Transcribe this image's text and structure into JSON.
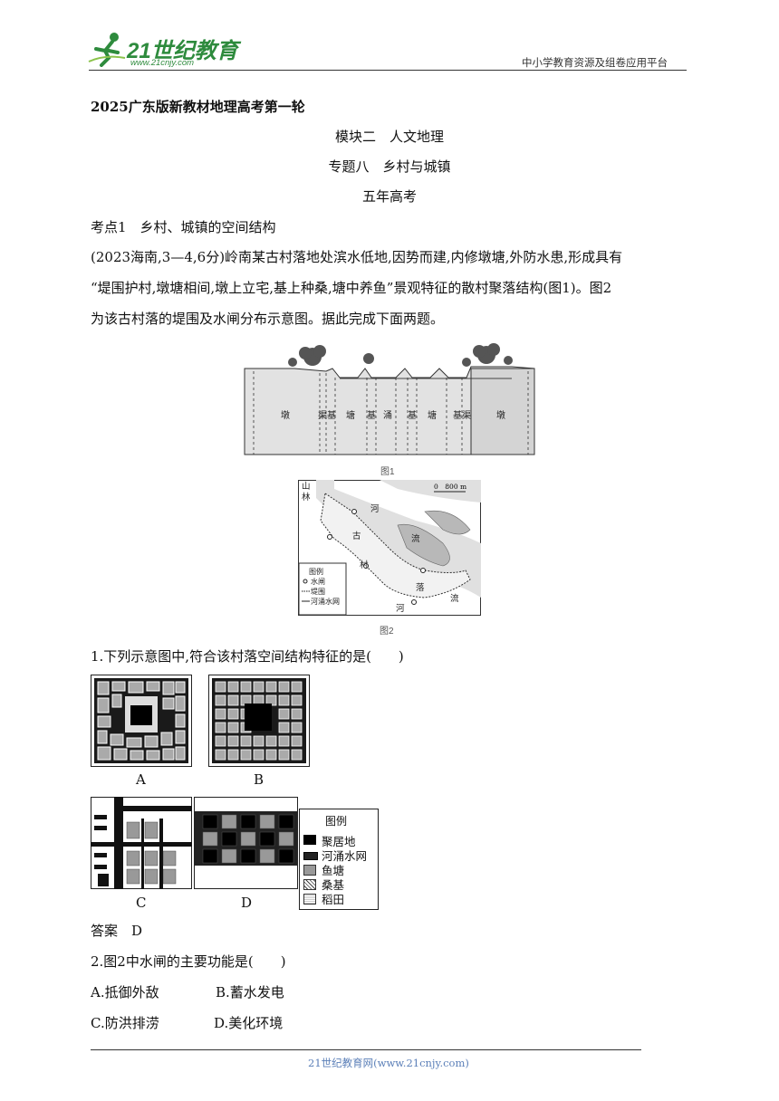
{
  "header": {
    "logo_text": "21世纪教育",
    "logo_url": "www.21cnjy.com",
    "platform": "中小学教育资源及组卷应用平台"
  },
  "doc": {
    "series_title": "2025广东版新教材地理高考第一轮",
    "module": "模块二　人文地理",
    "topic": "专题八　乡村与城镇",
    "section": "五年高考",
    "kaodian": "考点1　乡村、城镇的空间结构",
    "intro_line1": "(2023海南,3—4,6分)岭南某古村落地处滨水低地,因势而建,内修墩塘,外防水患,形成具有",
    "intro_line2": "“堤围护村,墩塘相间,墩上立宅,基上种桑,塘中养鱼”景观特征的散村聚落结构(图1)。图2",
    "intro_line3": "为该古村落的堤围及水闸分布示意图。据此完成下面两题。"
  },
  "figure1": {
    "caption": "图1",
    "labels": [
      "墩",
      "渠",
      "基",
      "塘",
      "基",
      "涌",
      "基",
      "塘",
      "基",
      "渠",
      "墩"
    ]
  },
  "figure2": {
    "caption": "图2",
    "scale": "0　800 m",
    "place_labels": [
      "山",
      "林",
      "河",
      "流",
      "古",
      "村",
      "落",
      "河",
      "流"
    ],
    "legend_title": "图例",
    "legend_items": [
      "水闸",
      "堤围",
      "河涌水网"
    ]
  },
  "q1": {
    "text": "1.下列示意图中,符合该村落空间结构特征的是(　　)",
    "options": [
      "A",
      "B",
      "C",
      "D"
    ],
    "legend_title": "图例",
    "legend_items": [
      "聚居地",
      "河涌水网",
      "鱼塘",
      "桑基",
      "稻田"
    ],
    "answer": "答案　D"
  },
  "q2": {
    "text": "2.图2中水闸的主要功能是(　　)",
    "opt_a": "A.抵御外敌",
    "opt_b": "B.蓄水发电",
    "opt_c": "C.防洪排涝",
    "opt_d": "D.美化环境"
  },
  "footer": {
    "text": "21世纪教育网(www.21cnjy.com)"
  }
}
